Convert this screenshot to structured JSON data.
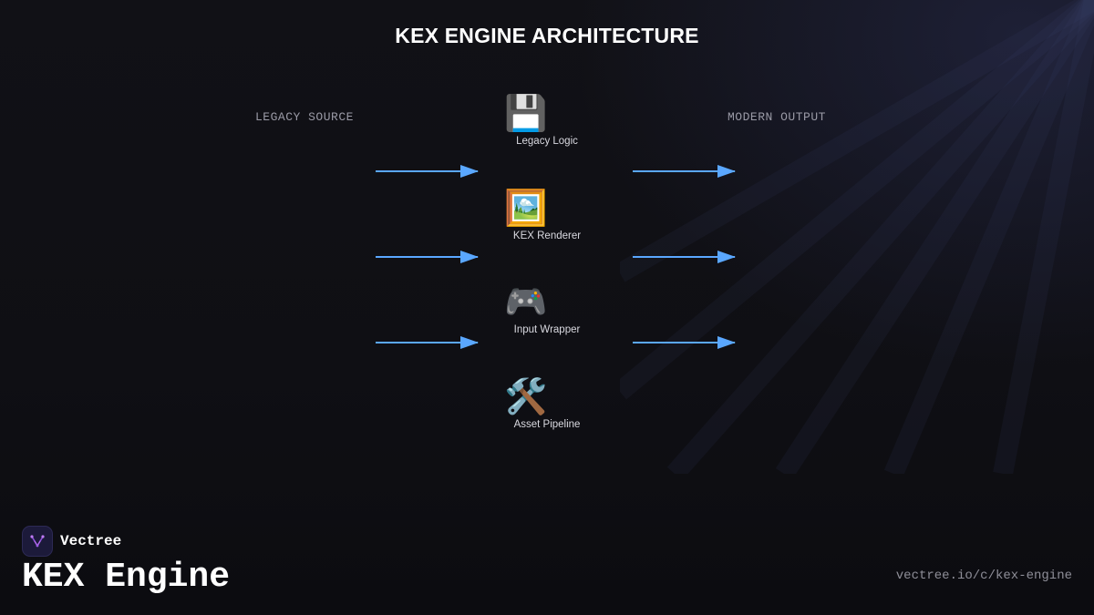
{
  "diagram": {
    "title": "KEX ENGINE ARCHITECTURE",
    "left_column_label": "LEGACY SOURCE",
    "right_column_label": "MODERN OUTPUT",
    "arrow_color": "#5aa7ff",
    "nodes": [
      {
        "label": "Legacy Logic",
        "icon": "floppy-disk-icon",
        "glyph": "💾"
      },
      {
        "label": "KEX Renderer",
        "icon": "framed-picture-icon",
        "glyph": "🖼️"
      },
      {
        "label": "Input Wrapper",
        "icon": "game-controller-icon",
        "glyph": "🎮"
      },
      {
        "label": "Asset Pipeline",
        "icon": "hammer-and-wrench-icon",
        "glyph": "🛠️"
      }
    ]
  },
  "footer": {
    "brand_name": "Vectree",
    "brand_icon": "vectree-logo-icon",
    "product_name": "KEX Engine",
    "url": "vectree.io/c/kex-engine"
  }
}
